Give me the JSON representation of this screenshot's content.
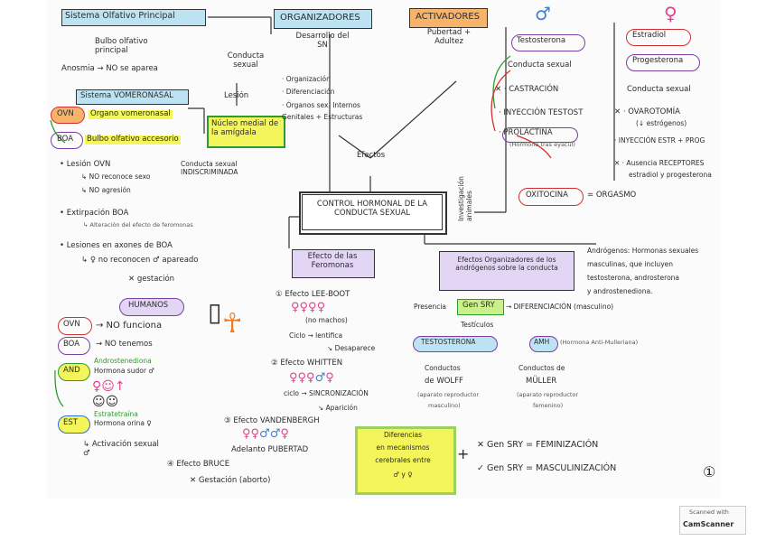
{
  "left": {
    "principal_title": "Sistema Olfativo Principal",
    "bulbo_principal": "Bulbo olfativo principal",
    "anosmia": "Anosmia → NO se aparea",
    "vomeronasal_title": "Sistema VOMERONASAL",
    "ovn_tag": "OVN",
    "ovn_text": "Organo vomeronasal",
    "boa_tag": "BOA",
    "boa_text": "Bulbo olfativo accesorio",
    "nucleo": "Núcleo medial de la amígdala",
    "conducta_sexual": "Conducta sexual",
    "lesion": "Lesión",
    "lesion_ovn": "• Lesión OVN",
    "no_reconoce": "↳ NO reconoce sexo",
    "indiscriminada": "Conducta sexual INDISCRIMINADA",
    "agresion": "↳ NO agresión",
    "extirpacion": "• Extirpación BOA",
    "alteracion": "↳ Alteración del efecto de feromonas",
    "lesiones": "• Lesiones en axones de BOA",
    "no_reconocen": "↳ ♀ no reconocen ♂ apareado",
    "gestacion": "✕ gestación",
    "humanos": "HUMANOS",
    "no_funciona": "→ NO funciona",
    "no_tenemos": "→ NO tenemos",
    "and_tag": "AND",
    "and_title": "Androstenediona",
    "and_text": "Hormona sudor ♂",
    "est_tag": "EST",
    "est_title": "Estratetraína",
    "est_text": "Hormona orina ♀",
    "activacion": "↳ Activación sexual ♂"
  },
  "center": {
    "organizadores": "ORGANIZADORES",
    "desarrollo": "Desarrollo del SN",
    "org_list": [
      "· Organización",
      "· Diferenciación",
      "· Órganos sex. Internos",
      "Genitales + Estructuras"
    ],
    "activadores": "ACTIVADORES",
    "pubertad": "Pubertad + Adultez",
    "efectos": "Efectos",
    "control": "CONTROL HORMONAL DE LA CONDUCTA SEXUAL",
    "investigacion": "Investigación animales",
    "feromonas": "Efecto de las Feromonas",
    "lee_boot": "① Efecto LEE-BOOT",
    "lee_sub": "(no machos)",
    "ciclo1": "Ciclo → lentifica",
    "desaparece": "↘ Desaparece",
    "whitten": "② Efecto WHITTEN",
    "sincronizacion": "ciclo → SINCRONIZACIÓN",
    "aparicion": "↘ Aparición",
    "vandenbergh": "③ Efecto VANDENBERGH",
    "adelanto": "Adelanto PUBERTAD",
    "bruce": "④ Efecto BRUCE",
    "gestacion_aborto": "✕ Gestación (aborto)"
  },
  "right": {
    "male_symbol": "♂",
    "female_symbol": "♀",
    "testosterona": "Testosterona",
    "conducta_sexual_m": "Conducta sexual",
    "castracion": "✕ · CASTRACIÓN",
    "inyeccion_t": "· INYECCIÓN TESTOST",
    "prolactina": "· PROLACTINA",
    "prolactina_sub": "(Hormona tras eyacul)",
    "estradiol": "Estradiol",
    "progesterona": "Progesterona",
    "conducta_sexual_f": "Conducta sexual",
    "ovarotomia": "✕ · OVAROTOMÍA",
    "estrogenos": "(↓ estrógenos)",
    "inyeccion_e": "· INYECCIÓN ESTR + PROG",
    "ausencia": "✕ · Ausencia RECEPTORES",
    "estradiol_prog": "estradiol y progesterona",
    "oxitocina": "OXITOCINA",
    "orgasmo": "= ORGASMO",
    "androgenos_def": [
      "Andrógenos: Hormonas sexuales",
      "masculinas, que incluyen",
      "testosterona, androsterona",
      "y androstenediona."
    ],
    "efectos_org": "Efectos Organizadores de los andrógenos sobre la conducta",
    "presencia": "Presencia",
    "gen_sry": "Gen SRY",
    "diferenciacion": "→ DIFERENCIACIÓN (masculino)",
    "testiculos": "Testículos",
    "testosterona2": "TESTOSTERONA",
    "amh": "AMH",
    "amh_sub": "(Hormona Anti-Mulleriana)",
    "wolff": [
      "Conductos",
      "de WOLFF",
      "(aparato reproductor",
      "masculino)"
    ],
    "muller": [
      "Conductos de",
      "MÜLLER",
      "(aparato reproductor",
      "femenino)"
    ],
    "diferencias": [
      "Diferencias",
      "en mecanismos",
      "cerebrales entre",
      "♂ y ♀"
    ],
    "plus": "+",
    "feminizacion": "✕ Gen SRY = FEMINIZACIÓN",
    "masculinizacion": "✓ Gen SRY = MASCULINIZACIÓN",
    "page_num": "①"
  },
  "scanner": {
    "line1": "Scanned with",
    "line2": "CamScanner"
  }
}
